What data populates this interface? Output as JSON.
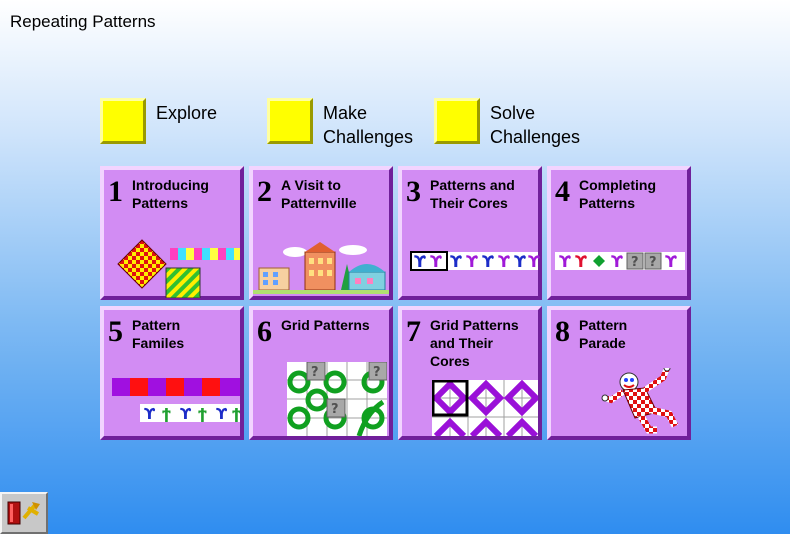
{
  "title": "Repeating Patterns",
  "modes": [
    {
      "label": "Explore"
    },
    {
      "label": "Make\nChallenges"
    },
    {
      "label": "Solve\nChallenges"
    }
  ],
  "activities": [
    {
      "number": "1",
      "title": "Introducing\nPatterns"
    },
    {
      "number": "2",
      "title": "A Visit to\nPatternville"
    },
    {
      "number": "3",
      "title": "Patterns and\nTheir Cores"
    },
    {
      "number": "4",
      "title": "Completing\nPatterns"
    },
    {
      "number": "5",
      "title": "Pattern\nFamiles"
    },
    {
      "number": "6",
      "title": "Grid Patterns"
    },
    {
      "number": "7",
      "title": "Grid Patterns\nand Their\nCores"
    },
    {
      "number": "8",
      "title": "Pattern\nParade"
    }
  ],
  "colors": {
    "accent_yellow": "#ffff00",
    "tile_purple": "#d28cf3",
    "figure_blue": "#1c2cc8",
    "figure_purple": "#a01ad8"
  },
  "icons": {
    "exit": "exit-door-icon"
  }
}
